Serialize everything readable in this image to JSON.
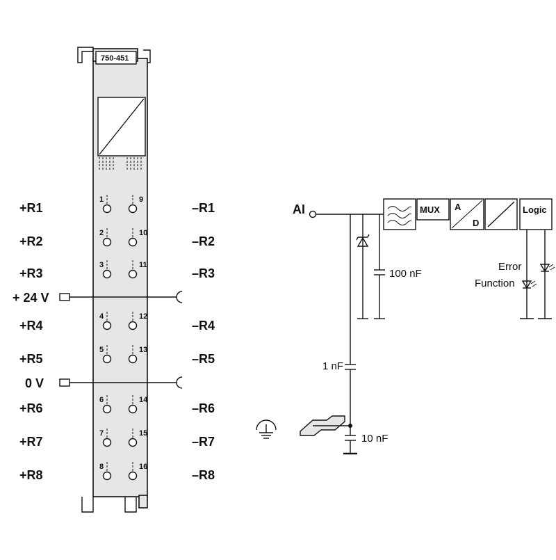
{
  "module": {
    "part_number": "750-451"
  },
  "terminals": {
    "left": [
      {
        "label": "+R1"
      },
      {
        "label": "+R2"
      },
      {
        "label": "+R3"
      },
      {
        "label": "+ 24 V"
      },
      {
        "label": "+R4"
      },
      {
        "label": "+R5"
      },
      {
        "label": "0 V"
      },
      {
        "label": "+R6"
      },
      {
        "label": "+R7"
      },
      {
        "label": "+R8"
      }
    ],
    "right": [
      {
        "label": "–R1"
      },
      {
        "label": "–R2"
      },
      {
        "label": "–R3"
      },
      {
        "label": "–R4"
      },
      {
        "label": "–R5"
      },
      {
        "label": "–R6"
      },
      {
        "label": "–R7"
      },
      {
        "label": "–R8"
      }
    ],
    "contacts": [
      {
        "left": "1",
        "right": "9"
      },
      {
        "left": "2",
        "right": "10"
      },
      {
        "left": "3",
        "right": "11"
      },
      {
        "left": "4",
        "right": "12"
      },
      {
        "left": "5",
        "right": "13"
      },
      {
        "left": "6",
        "right": "14"
      },
      {
        "left": "7",
        "right": "15"
      },
      {
        "left": "8",
        "right": "16"
      }
    ]
  },
  "circuit": {
    "input_label": "AI",
    "capacitor_100nf": "100 nF",
    "capacitor_1nf": "1 nF",
    "capacitor_10nf": "10 nF",
    "blocks": {
      "mux": "MUX",
      "adc_a": "A",
      "adc_d": "D",
      "logic": "Logic"
    },
    "led_error": "Error",
    "led_function": "Function"
  },
  "icons": [
    "filter-icon",
    "isolation-icon",
    "zener-diode-icon",
    "led-icon",
    "ground-icon",
    "din-rail-icon",
    "converter-icon"
  ],
  "colors": {
    "module_fill": "#e6e6e6",
    "stroke": "#111111"
  }
}
